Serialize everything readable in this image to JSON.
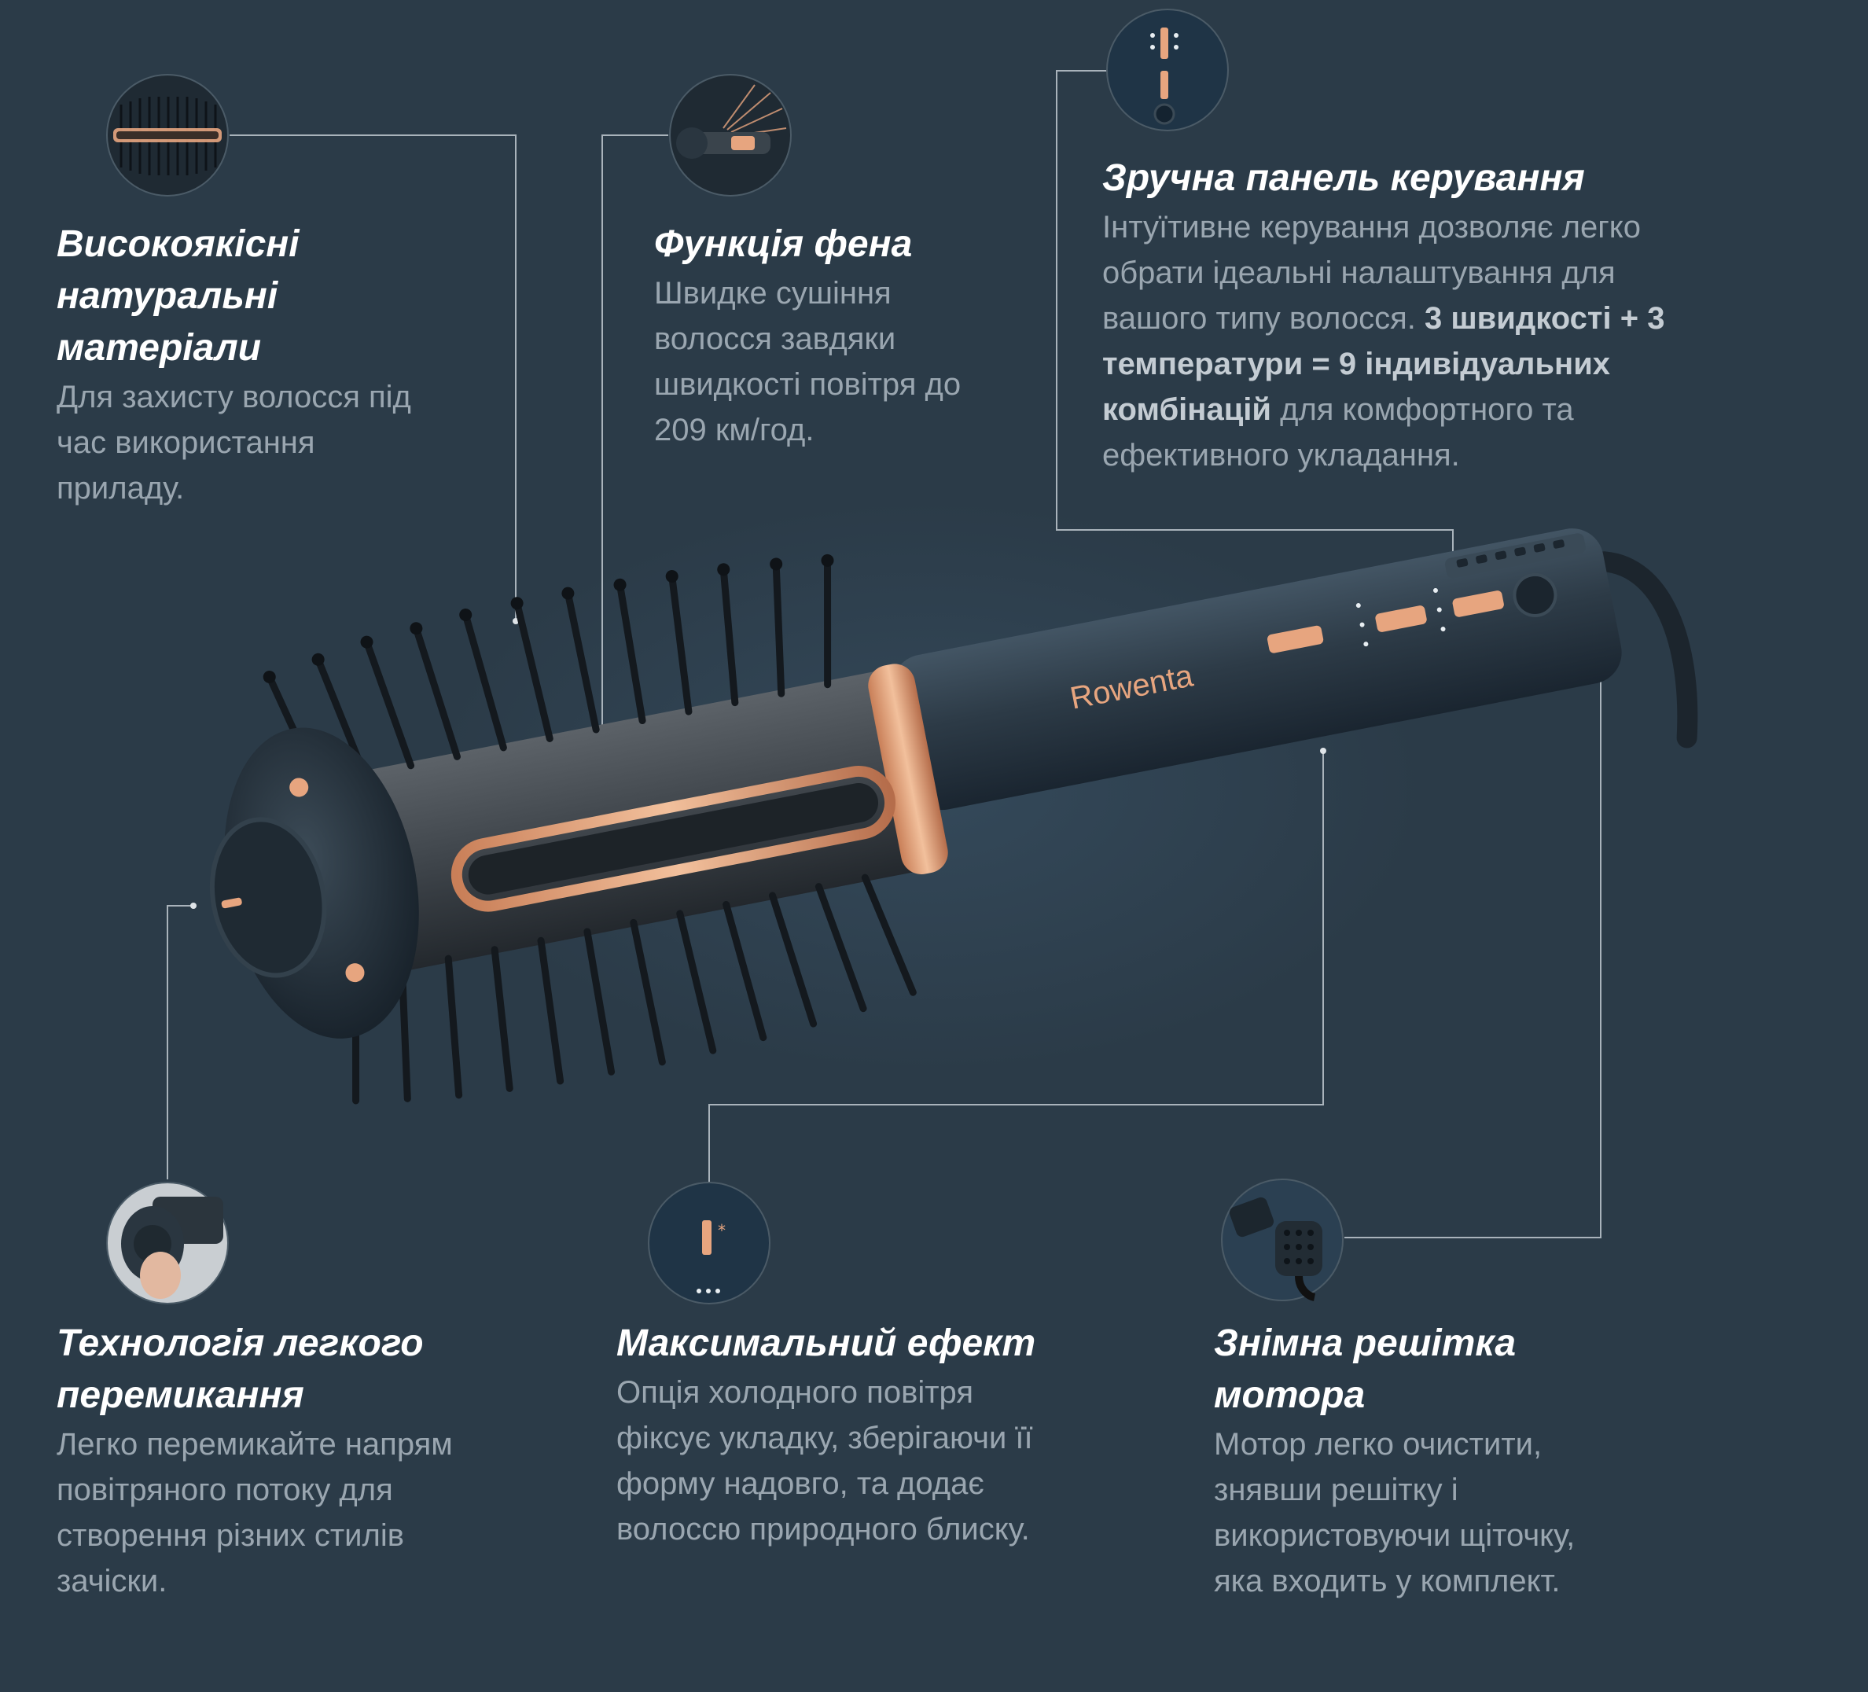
{
  "brand": "Rowenta",
  "colors": {
    "background": "#2b3b48",
    "accent_copper": "#e7a57f",
    "heading": "#ffffff",
    "body_text": "#9aa6b0",
    "callout_line": "#a9b3bb"
  },
  "features": [
    {
      "id": "materials",
      "title_lines": [
        "Високоякісні",
        "натуральні",
        "матеріали"
      ],
      "desc_lines": [
        "Для захисту волосся під",
        "час використання",
        "приладу."
      ]
    },
    {
      "id": "dryer",
      "title_lines": [
        "Функція фена"
      ],
      "desc_lines": [
        "Швидке сушіння",
        "волосся завдяки",
        "швидкості повітря до",
        "209 км/год."
      ]
    },
    {
      "id": "control",
      "title_lines": [
        "Зручна панель керування"
      ],
      "desc_line1": "Інтуїтивне керування дозволяє легко",
      "desc_line2": "обрати ідеальні налаштування для",
      "desc_line3_plain": "вашого типу волосся. ",
      "desc_line3_bold": "3 швидкості + 3",
      "desc_line4_bold": "температури = 9 індивідуальних",
      "desc_line5_bold": "комбінацій",
      "desc_line5_plain": " для комфортного та",
      "desc_line6": "ефективного укладання."
    },
    {
      "id": "switch",
      "title_lines": [
        "Технологія легкого",
        "перемикання"
      ],
      "desc_lines": [
        "Легко перемикайте напрям",
        "повітряного потоку для",
        "створення різних стилів",
        "зачіски."
      ]
    },
    {
      "id": "cold",
      "title_lines": [
        "Максимальний ефект"
      ],
      "desc_lines": [
        "Опція холодного повітря",
        "фіксує укладку, зберігаючи її",
        "форму надовго, та додає",
        "волоссю природного блиску."
      ]
    },
    {
      "id": "grille",
      "title_lines": [
        "Знімна решітка",
        "мотора"
      ],
      "desc_lines": [
        "Мотор легко очистити,",
        "знявши решітку і",
        "використовуючи щіточку,",
        "яка входить у комплект."
      ]
    }
  ]
}
